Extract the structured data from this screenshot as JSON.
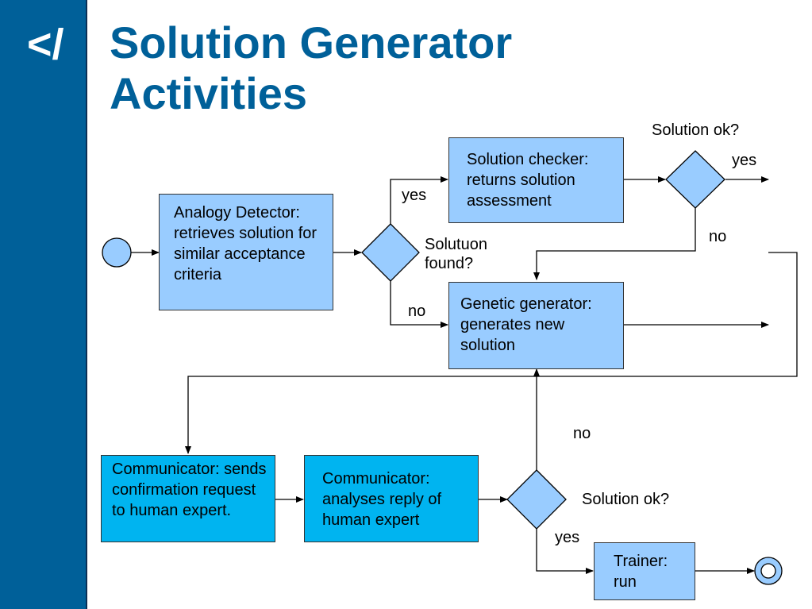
{
  "logo": "</",
  "title": "Solution Generator\nActivities",
  "colors": {
    "sidebar": "#006099",
    "box_light": "#99ccff",
    "box_cyan": "#00b4f0",
    "decision": "#99ccff"
  },
  "nodes": {
    "analogy_detector": "Analogy Detector: retrieves solution for similar acceptance criteria",
    "solution_checker": "Solution checker: returns solution assessment",
    "genetic_generator": "Genetic generator: generates new solution",
    "communicator_send": "Communicator: sends confirmation request to human expert.",
    "communicator_analyse": "Communicator: analyses reply of human expert",
    "trainer": "Trainer: run"
  },
  "labels": {
    "solution_found": "Solutuon\nfound?",
    "yes_found": "yes",
    "no_found": "no",
    "solution_ok_top": "Solution ok?",
    "yes_top": "yes",
    "no_top": "no",
    "no_bottom": "no",
    "solution_ok_bottom": "Solution ok?",
    "yes_bottom": "yes"
  }
}
